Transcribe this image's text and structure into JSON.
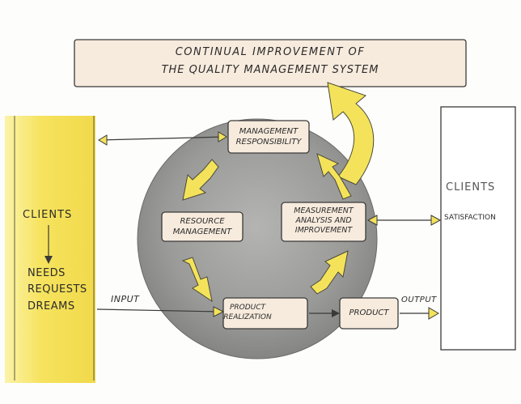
{
  "title_line_1": "CONTINUAL IMPROVEMENT OF",
  "title_line_2": "THE QUALITY MANAGEMENT SYSTEM",
  "left_panel": {
    "clients": "CLIENTS",
    "needs": "NEEDS",
    "requests": "REQUESTS",
    "dreams": "DREAMS"
  },
  "right_panel": {
    "clients": "CLIENTS"
  },
  "process_boxes": {
    "management_1": "MANAGEMENT",
    "management_2": "RESPONSIBILITY",
    "resource_1": "RESOURCE",
    "resource_2": "MANAGEMENT",
    "measurement_1": "MEASUREMENT",
    "measurement_2": "ANALYSIS AND",
    "measurement_3": "IMPROVEMENT",
    "realization_1": "PRODUCT",
    "realization_2": "REALIZATION",
    "product": "PRODUCT"
  },
  "flow_labels": {
    "input": "INPUT",
    "output": "OUTPUT",
    "satisfaction": "SATISFACTION"
  },
  "colors": {
    "yellow": "#f4e35a",
    "yellow_light": "#f8ef96",
    "box_fill": "#f7ebdd",
    "circle_fill": "#9c9c9a",
    "ink": "#2b2b2b"
  }
}
